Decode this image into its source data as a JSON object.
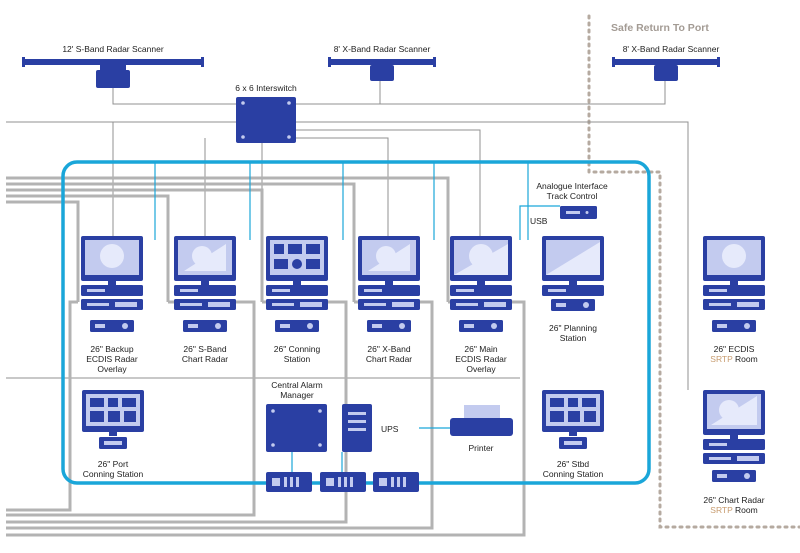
{
  "labels": {
    "safe_return": "Safe Return To Port",
    "s_band_scanner": "12' S-Band Radar Scanner",
    "x_band_scanner_1": "8' X-Band Radar Scanner",
    "x_band_scanner_2": "8' X-Band Radar Scanner",
    "interswitch": "6 x 6 Interswitch",
    "analogue_l1": "Analogue Interface",
    "analogue_l2": "Track Control",
    "usb": "USB",
    "ws1_l1": "26\" Backup",
    "ws1_l2": "ECDIS Radar",
    "ws1_l3": "Overlay",
    "ws2_l1": "26\" S-Band",
    "ws2_l2": "Chart Radar",
    "ws3_l1": "26\" Conning",
    "ws3_l2": "Station",
    "ws4_l1": "26\" X-Band",
    "ws4_l2": "Chart Radar",
    "ws5_l1": "26\" Main",
    "ws5_l2": "ECDIS Radar",
    "ws5_l3": "Overlay",
    "planning_l1": "26\" Planning",
    "planning_l2": "Station",
    "ecdis_srtp_l1": "26\" ECDIS",
    "ecdis_srtp_l2a": "SRTP",
    "ecdis_srtp_l2b": " Room",
    "port_l1": "26\" Port",
    "port_l2": "Conning Station",
    "alarm_l1": "Central Alarm",
    "alarm_l2": "Manager",
    "ups": "UPS",
    "printer": "Printer",
    "stbd_l1": "26\" Stbd",
    "stbd_l2": "Conning Station",
    "chart_srtp_l1": "26\" Chart Radar",
    "chart_srtp_l2a": "SRTP",
    "chart_srtp_l2b": " Room"
  },
  "colors": {
    "device_blue": "#2a3fa3",
    "screen_fill": "#c3cbef",
    "network_loop": "#1aa6d9",
    "gray_cable": "#b3b3b3",
    "srtp_accent": "#c79b6e",
    "srtp_dots": "#b5aaa0"
  }
}
